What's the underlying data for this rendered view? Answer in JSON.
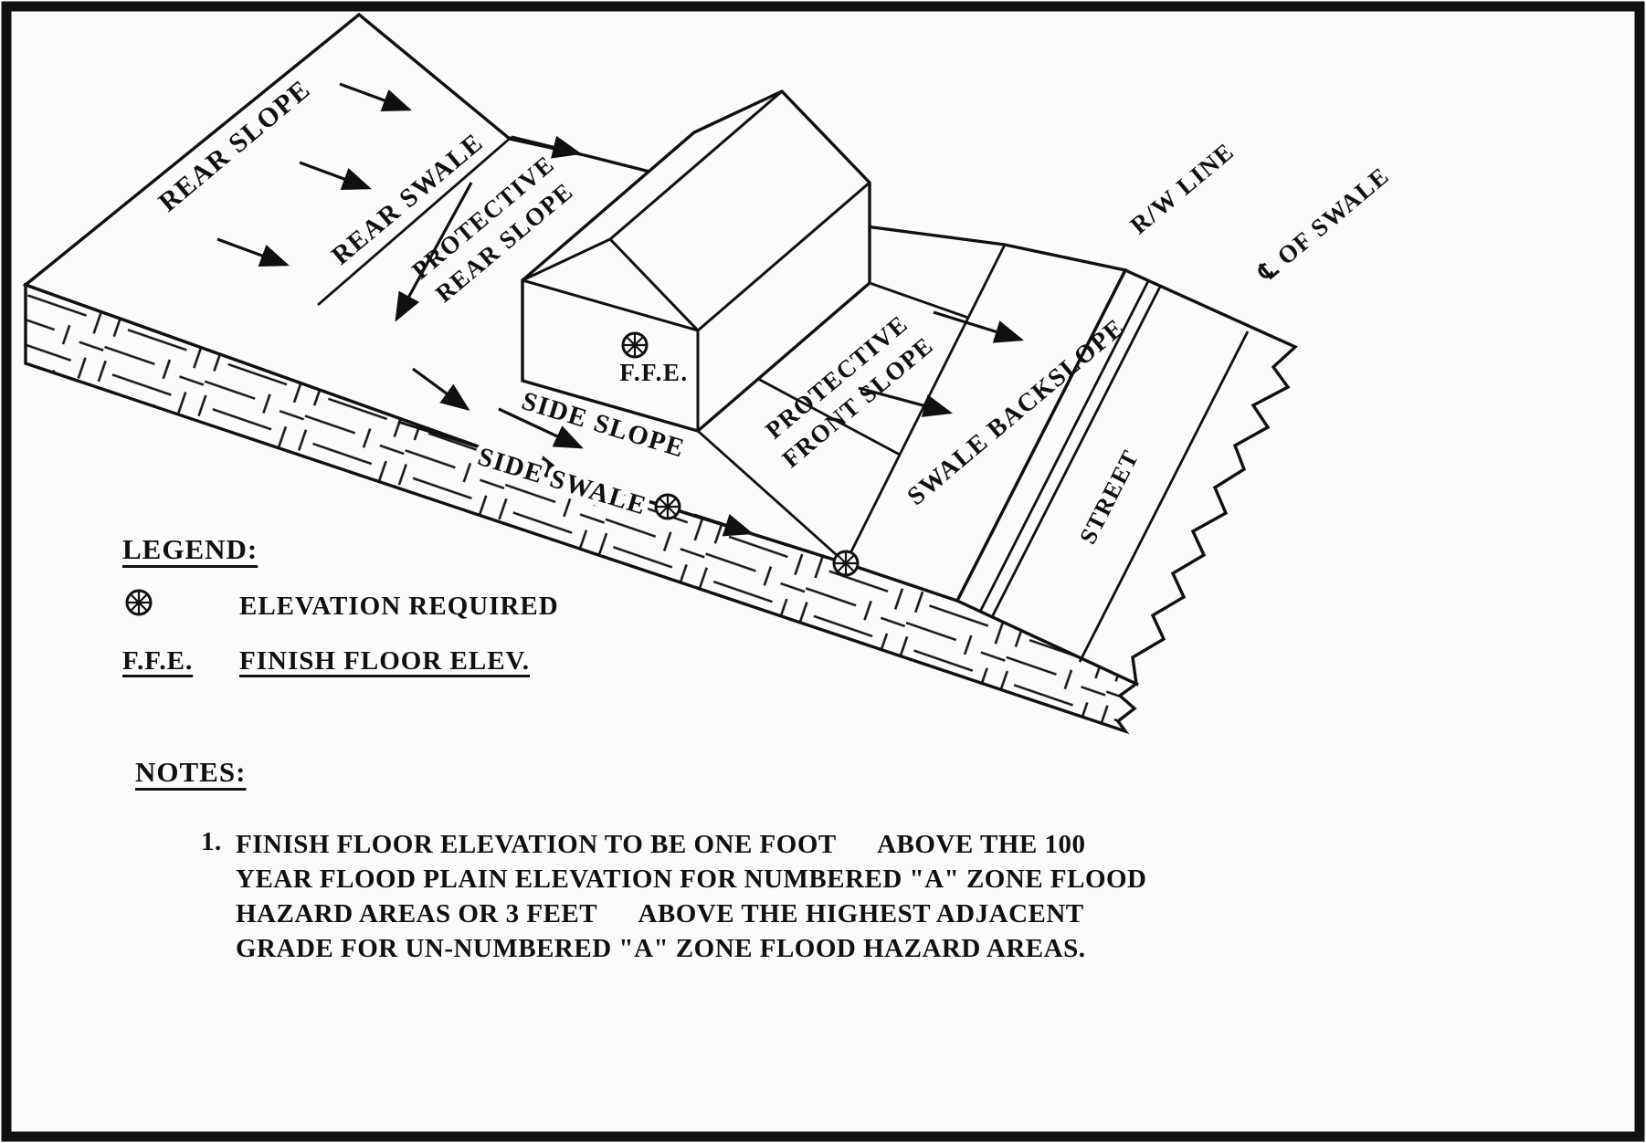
{
  "diagram": {
    "labels": {
      "rear_slope": "REAR SLOPE",
      "rear_swale": "REAR SWALE",
      "protective_rear_1": "PROTECTIVE",
      "protective_rear_2": "REAR SLOPE",
      "side_slope": "SIDE SLOPE",
      "side_swale": "SIDE SWALE",
      "protective_front_1": "PROTECTIVE",
      "protective_front_2": "FRONT SLOPE",
      "swale_backslope": "SWALE BACKSLOPE",
      "street": "STREET",
      "rw_line": "R/W LINE",
      "cl_of_swale": "℄ OF SWALE",
      "ffe": "F.F.E."
    },
    "symbols": {
      "elevation_marker": "circled-x-elevation-marker"
    }
  },
  "legend": {
    "title": "LEGEND:",
    "items": [
      {
        "key": "",
        "label": "ELEVATION REQUIRED"
      },
      {
        "key": "F.F.E.",
        "label": "FINISH FLOOR ELEV."
      }
    ]
  },
  "notes": {
    "title": "NOTES:",
    "items": [
      {
        "number": "1.",
        "lines": [
          "FINISH FLOOR ELEVATION TO BE ONE FOOT      ABOVE THE 100",
          "YEAR FLOOD PLAIN ELEVATION FOR NUMBERED \"A\" ZONE FLOOD",
          "HAZARD AREAS OR 3 FEET      ABOVE THE HIGHEST ADJACENT",
          "GRADE FOR UN-NUMBERED \"A\" ZONE FLOOD HAZARD AREAS."
        ]
      }
    ]
  },
  "colors": {
    "ink": "#101010",
    "paper": "#fbfbfb"
  }
}
